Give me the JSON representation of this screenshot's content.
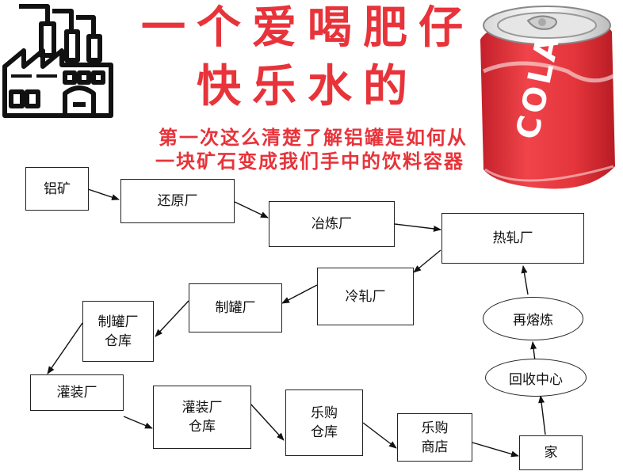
{
  "title": {
    "line1": "一个爱喝肥仔",
    "line2": "快乐水的",
    "subtitle_line1": "第一次这么清楚了解铝罐是如何从",
    "subtitle_line2": "一块矿石变成我们手中的饮料容器"
  },
  "can": {
    "label": "COLA",
    "color": "#e8333a"
  },
  "icons": [
    "factory-icon",
    "cola-can-icon"
  ],
  "nodes": {
    "bauxite": "铝矿",
    "reduction_plant": "还原厂",
    "smelter": "冶炼厂",
    "hot_rolling": "热轧厂",
    "cold_rolling": "冷轧厂",
    "can_plant": "制罐厂",
    "can_warehouse": "制罐厂\n仓库",
    "filling_plant": "灌装厂",
    "filling_warehouse": "灌装厂\n仓库",
    "lego_warehouse": "乐购\n仓库",
    "lego_store": "乐购\n商店",
    "home": "家",
    "recycling_center": "回收中心",
    "remelting": "再熔炼"
  }
}
